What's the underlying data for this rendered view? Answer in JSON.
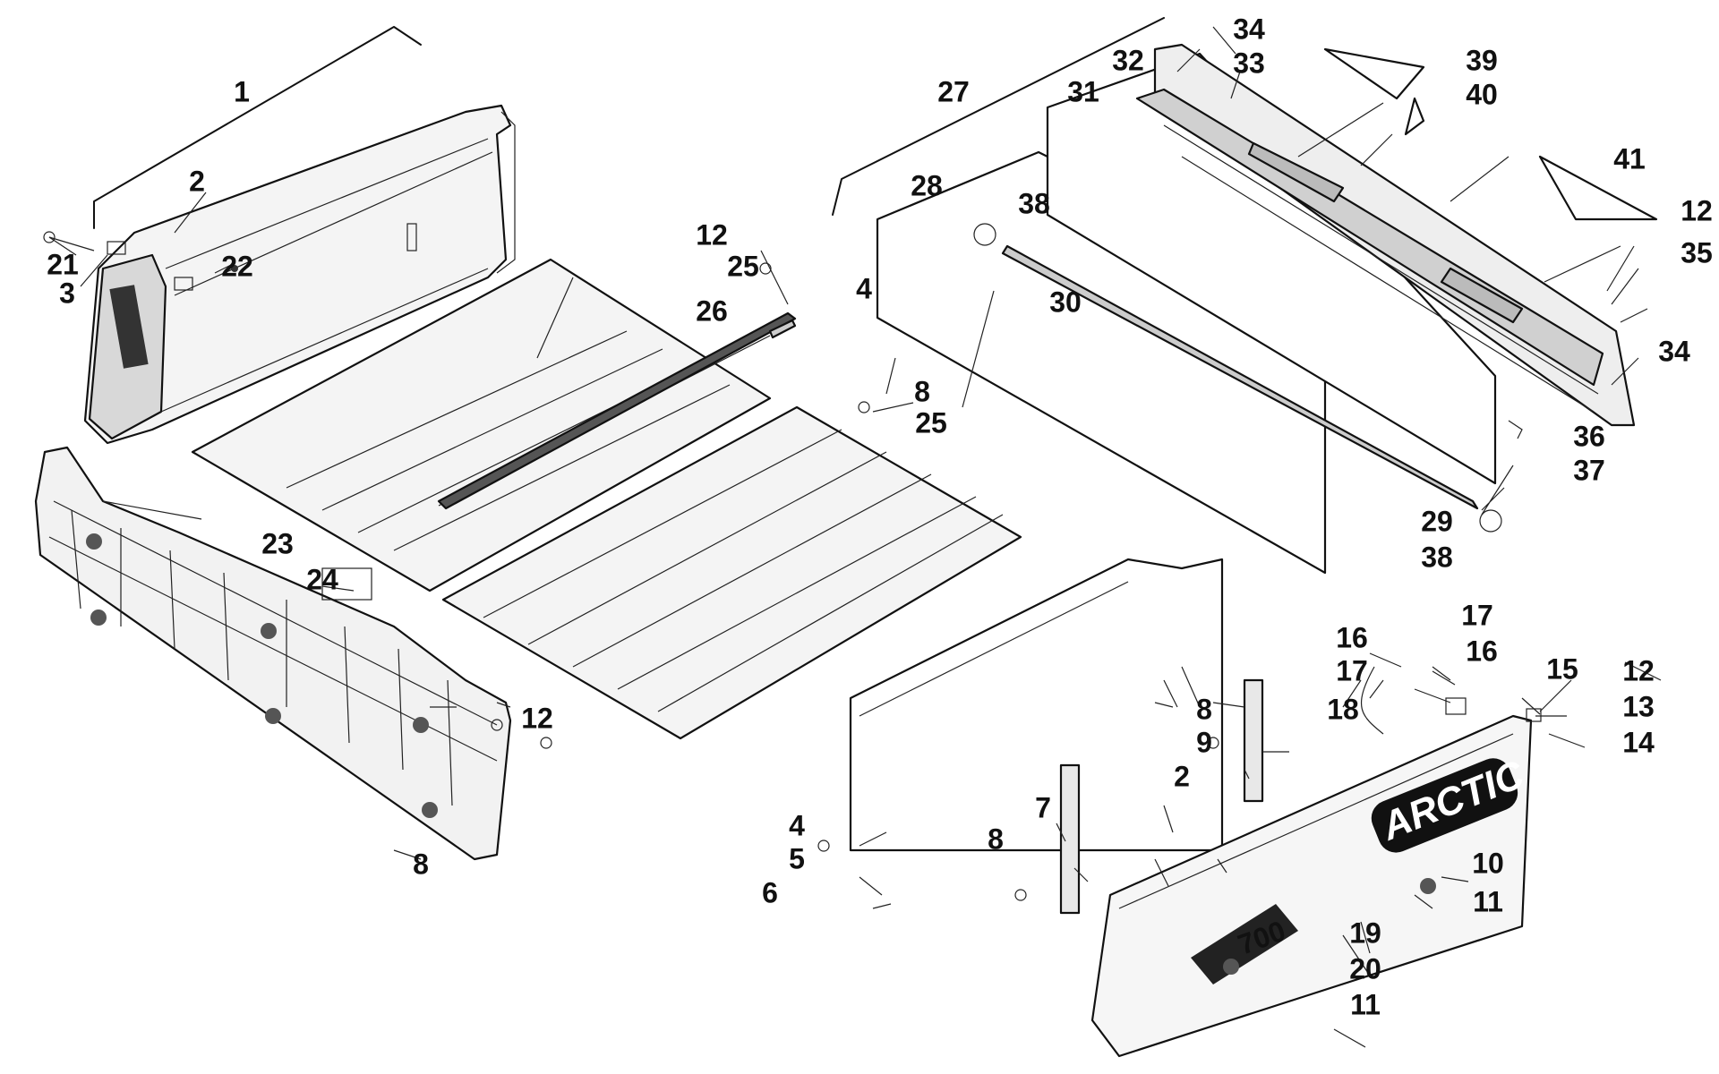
{
  "diagram": {
    "logo_text": "ARCTIC CAT",
    "model_text": "700",
    "callouts": [
      "1",
      "2",
      "3",
      "21",
      "22",
      "23",
      "24",
      "25",
      "26",
      "12",
      "8",
      "25",
      "27",
      "28",
      "4",
      "31",
      "32",
      "33",
      "34",
      "39",
      "40",
      "41",
      "12",
      "35",
      "34",
      "36",
      "37",
      "38",
      "30",
      "29",
      "38",
      "16",
      "17",
      "17",
      "16",
      "18",
      "15",
      "12",
      "13",
      "14",
      "8",
      "9",
      "2",
      "10",
      "11",
      "7",
      "8",
      "4",
      "5",
      "6",
      "19",
      "20",
      "11",
      "12",
      "8"
    ]
  }
}
